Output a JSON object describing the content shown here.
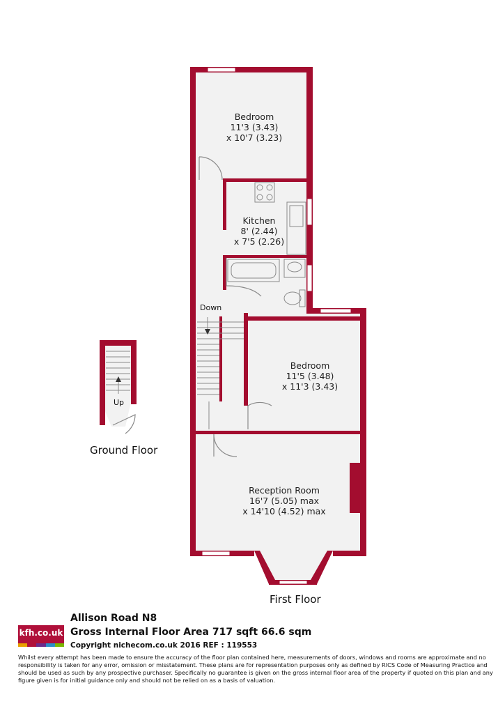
{
  "colors": {
    "wall": "#a30d2f",
    "floor": "#f2f2f2",
    "fixture": "#8a8a8a"
  },
  "rooms": {
    "bedroom1": {
      "name": "Bedroom",
      "dim1": "11'3 (3.43)",
      "dim2": "x 10'7 (3.23)"
    },
    "kitchen": {
      "name": "Kitchen",
      "dim1": "8' (2.44)",
      "dim2": "x 7'5 (2.26)"
    },
    "bedroom2": {
      "name": "Bedroom",
      "dim1": "11'5 (3.48)",
      "dim2": "x 11'3 (3.43)"
    },
    "reception": {
      "name": "Reception Room",
      "dim1": "16'7 (5.05) max",
      "dim2": "x 14'10 (4.52) max"
    }
  },
  "stairs": {
    "down_label": "Down",
    "up_label": "Up"
  },
  "floors": {
    "ground": "Ground Floor",
    "first": "First Floor"
  },
  "footer": {
    "address": "Allison Road  N8",
    "area": "Gross Internal Floor Area 717 sqft 66.6 sqm",
    "copyright": "Copyright nichecom.co.uk 2016 REF : 119553",
    "logo_text": "kfh.co.uk",
    "logo_colors": [
      "#e8a000",
      "#b0103a",
      "#6a2c8c",
      "#2a8fc8",
      "#7ab800"
    ],
    "disclaimer": "Whilst every attempt has been made to ensure the accuracy of the floor plan contained here, measurements of doors, windows and rooms are approximate and no responsibility is taken for any error, omission or misstatement.  These plans are for representation purposes only as defined by RICS Code of Measuring Practice and should be used as such by any prospective purchaser.  Specifically no guarantee is given on the gross internal floor area of the property if quoted on this plan and any figure given is for initial guidance only and should not be relied on as a basis of valuation."
  }
}
